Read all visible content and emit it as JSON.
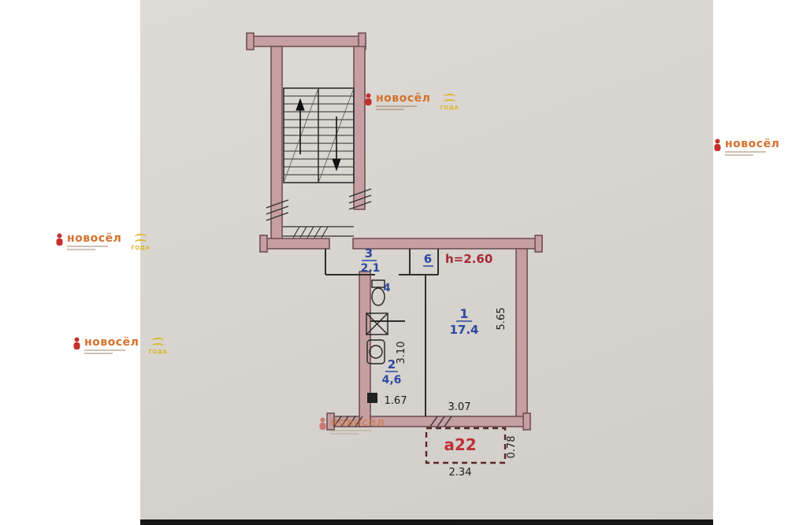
{
  "watermark": {
    "brand": "новосёл",
    "badge": "ГОДА"
  },
  "plan": {
    "height_note": "h=2.60",
    "rooms": {
      "hall": {
        "number": "3",
        "area": "2.1"
      },
      "closet": {
        "number": "6"
      },
      "wc": {
        "number": "4"
      },
      "living": {
        "number": "1",
        "area": "17.4"
      },
      "kitchen": {
        "number": "2",
        "area": "4,6"
      }
    },
    "dims": {
      "living_height": "5.65",
      "living_width": "3.07",
      "kitchen_height": "3.10",
      "kitchen_width": "1.67"
    },
    "balcony": {
      "label": "а22",
      "width": "2.34",
      "depth": "0.78"
    }
  }
}
